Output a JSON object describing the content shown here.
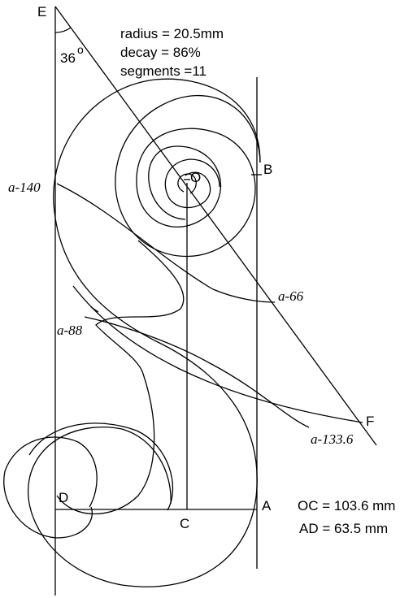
{
  "params": {
    "radius": "radius = 20.5mm",
    "decay": "decay =  86%",
    "segments": "segments =11"
  },
  "angle_label": "36",
  "degree_symbol": "o",
  "points": {
    "E": "E",
    "O": "O",
    "B": "B",
    "F": "F",
    "D": "D",
    "C": "C",
    "A": "A"
  },
  "arc_labels": {
    "a140": "a-140",
    "a66": "a-66",
    "a88": "a-88",
    "a133": "a-133.6"
  },
  "measurements": {
    "oc": "OC = 103.6 mm",
    "ad": "AD = 63.5 mm"
  }
}
